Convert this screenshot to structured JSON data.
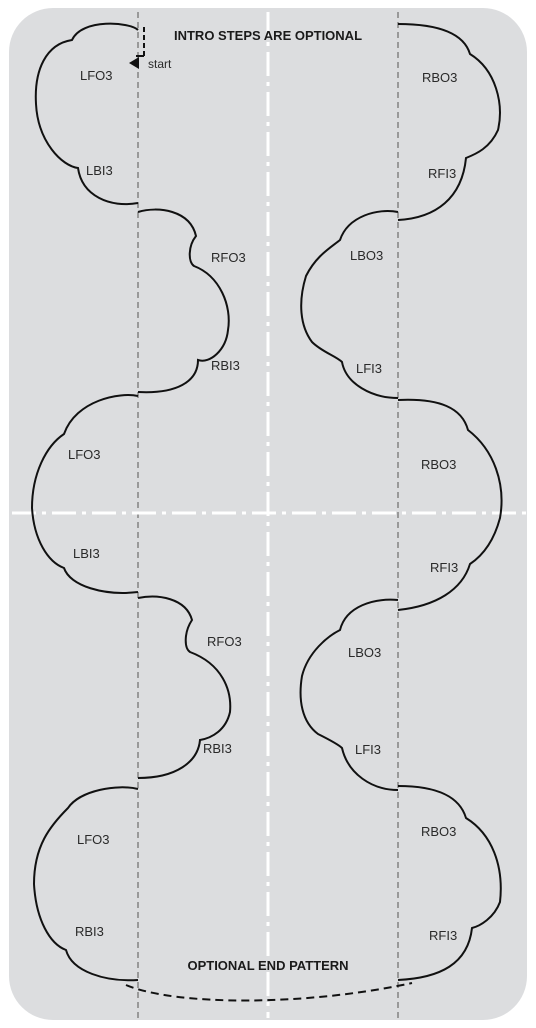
{
  "header": {
    "intro": "INTRO STEPS ARE OPTIONAL",
    "start": "start"
  },
  "footer": {
    "end": "OPTIONAL END PATTERN"
  },
  "labels": {
    "l1a": "LFO3",
    "l1b": "LBI3",
    "r1a": "RBO3",
    "r1b": "RFI3",
    "m1a": "RFO3",
    "m1b": "RBI3",
    "n1a": "LBO3",
    "n1b": "LFI3",
    "l2a": "LFO3",
    "l2b": "LBI3",
    "r2a": "RBO3",
    "r2b": "RFI3",
    "m2a": "RFO3",
    "m2b": "RBI3",
    "n2a": "LBO3",
    "n2b": "LFI3",
    "l3a": "LFO3",
    "l3b": "RBI3",
    "r3a": "RBO3",
    "r3b": "RFI3"
  },
  "colors": {
    "rink": "#dcdddf",
    "line": "#999999",
    "center": "#ffffff",
    "path": "#111111"
  }
}
